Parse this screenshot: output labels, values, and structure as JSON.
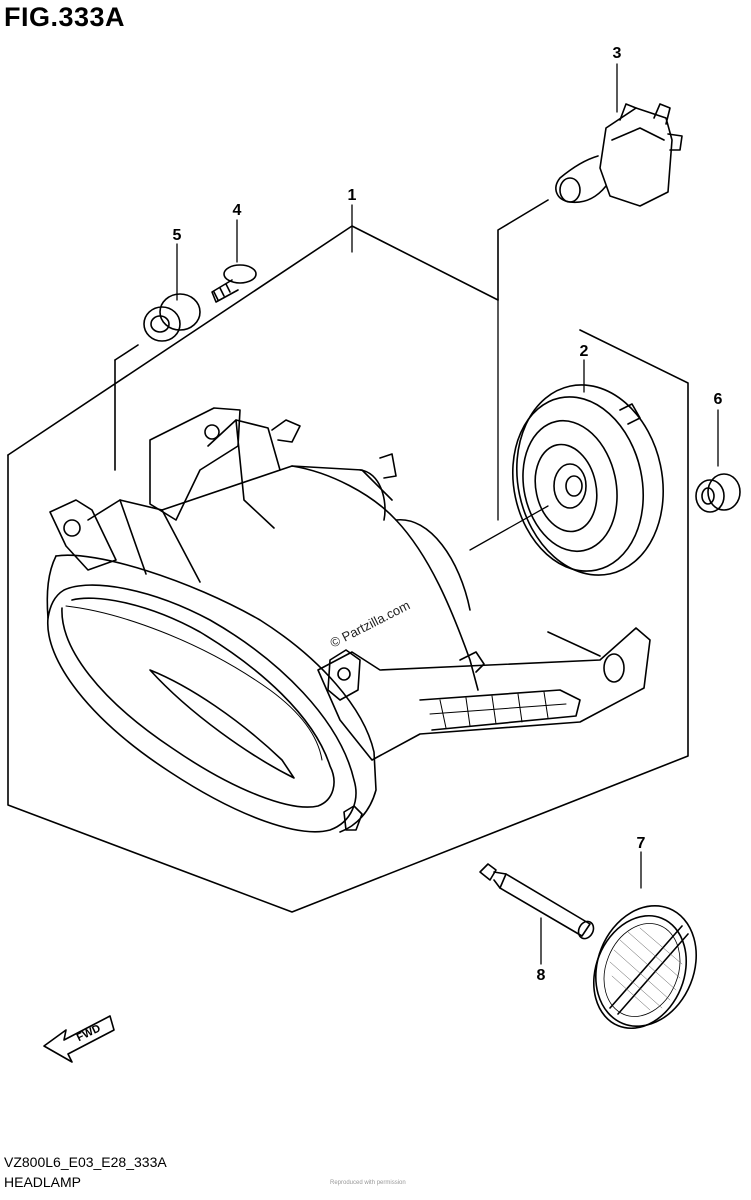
{
  "figure": {
    "title": "FIG.333A",
    "code": "VZ800L6_E03_E28_333A",
    "name": "HEADLAMP"
  },
  "watermark": {
    "text": "© Partzilla.com",
    "bottom_text": "Reproduced with permission"
  },
  "direction_marker": {
    "label": "FWD"
  },
  "callouts": [
    {
      "number": "1"
    },
    {
      "number": "2"
    },
    {
      "number": "3"
    },
    {
      "number": "4"
    },
    {
      "number": "5"
    },
    {
      "number": "6"
    },
    {
      "number": "7"
    },
    {
      "number": "8"
    }
  ],
  "icons": {
    "direction": "fwd-arrow-icon"
  }
}
